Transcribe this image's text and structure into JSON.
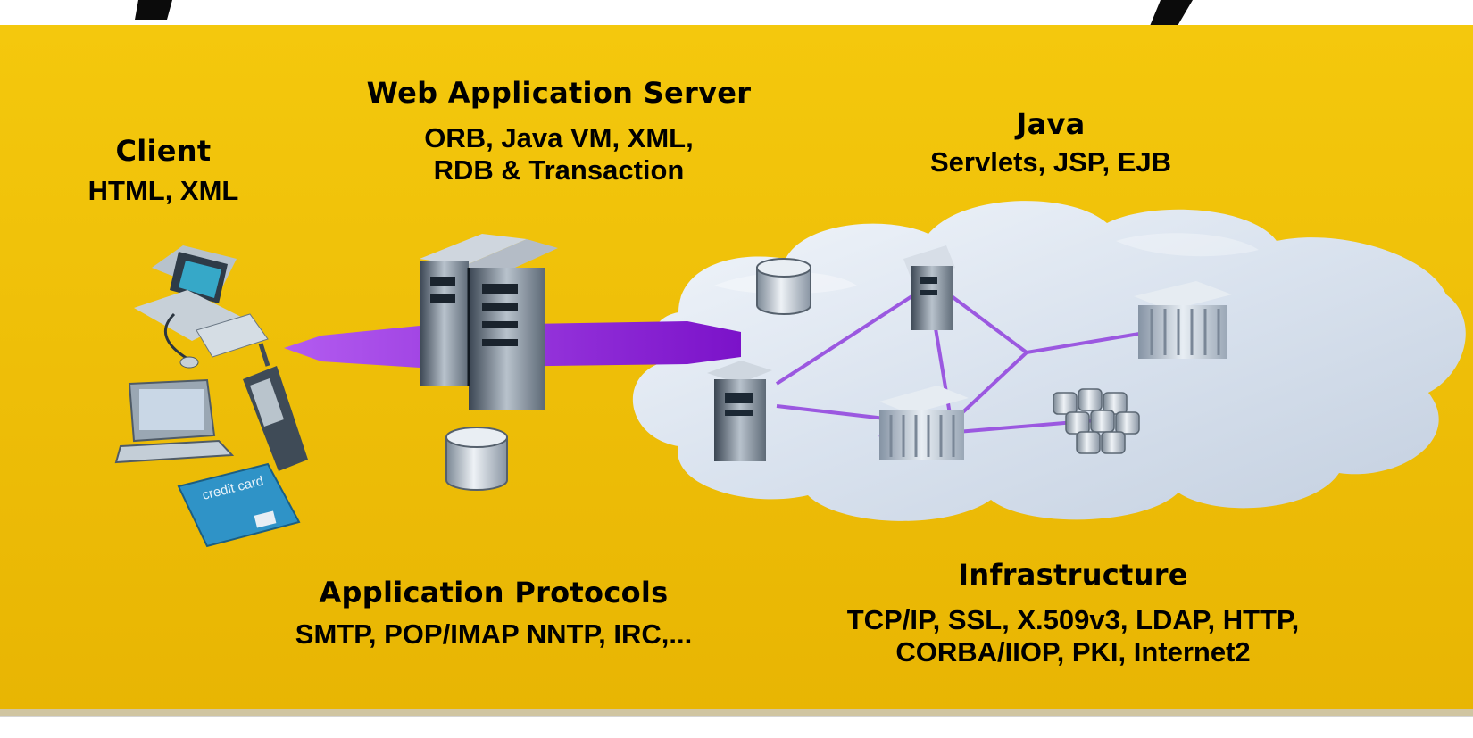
{
  "colors": {
    "panel": "#f2c20a",
    "panel_dark": "#e3a800",
    "link_purple": "#8a22d6",
    "cloud": "#dfe7f2",
    "title_text": "#0b0b0b"
  },
  "nodes": {
    "client": {
      "title": "Client",
      "detail": "HTML, XML"
    },
    "web_app_server": {
      "title": "Web Application Server",
      "detail_lines": [
        "ORB, Java VM, XML,",
        "RDB & Transaction"
      ]
    },
    "java": {
      "title": "Java",
      "detail": "Servlets, JSP, EJB"
    },
    "app_protocols": {
      "title": "Application Protocols",
      "detail": "SMTP, POP/IMAP NNTP, IRC,..."
    },
    "infrastructure": {
      "title": "Infrastructure",
      "detail_lines": [
        "TCP/IP, SSL, X.509v3, LDAP, HTTP,",
        "CORBA/IIOP, PKI, Internet2"
      ]
    }
  },
  "devices": {
    "client_icons": [
      "desktop-computer-icon",
      "laptop-icon",
      "mobile-phone-icon",
      "credit-card-icon"
    ],
    "card_text": "credit card",
    "server_icons": [
      "server-tower-icon",
      "database-icon"
    ],
    "network_icons": [
      "database-icon",
      "server-icon",
      "server-rack-icon",
      "storage-array-icon"
    ]
  }
}
